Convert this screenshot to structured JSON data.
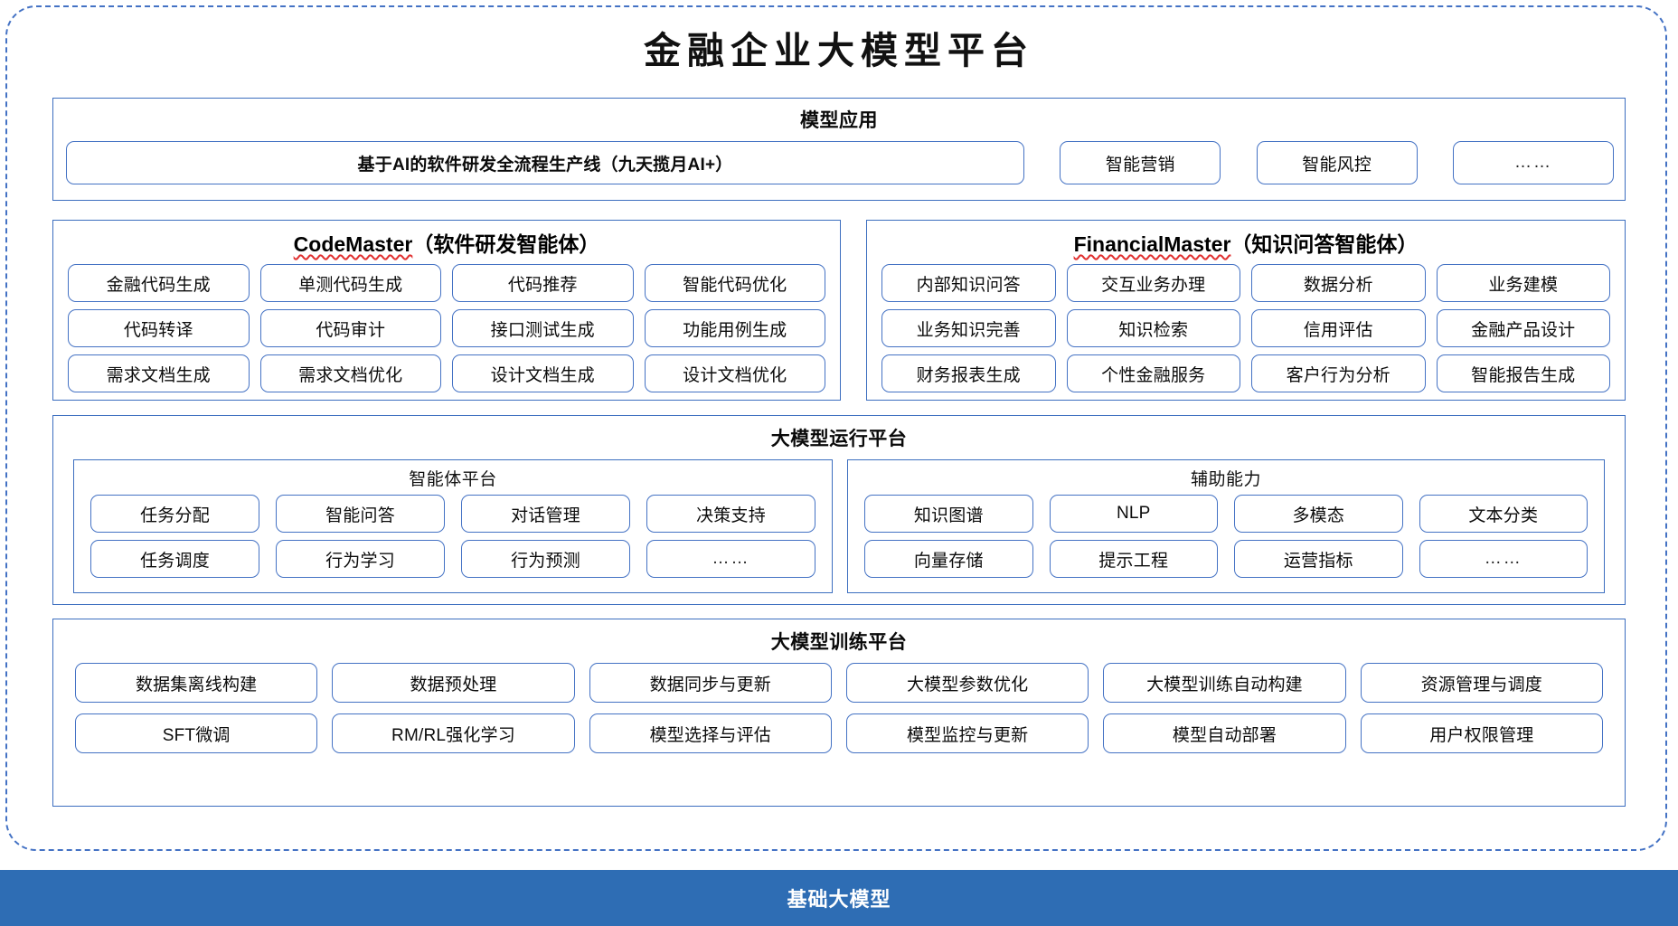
{
  "title": "金融企业大模型平台",
  "theme": {
    "frame_border": "#4472C4",
    "box_border": "#3C6EBF",
    "chip_border": "#4472C4",
    "foundation_bar_bg": "#2E6DB4",
    "foundation_bar_text": "#FFFFFF",
    "spellcheck_underline": "#E03030"
  },
  "sections": {
    "applications": {
      "title": "模型应用",
      "pipeline": "基于AI的软件研发全流程生产线（九天揽月AI+）",
      "items": [
        "智能营销",
        "智能风控",
        "……"
      ]
    },
    "codemaster": {
      "name": "CodeMaster",
      "suffix": "（软件研发智能体）",
      "rows": [
        [
          "金融代码生成",
          "单测代码生成",
          "代码推荐",
          "智能代码优化"
        ],
        [
          "代码转译",
          "代码审计",
          "接口测试生成",
          "功能用例生成"
        ],
        [
          "需求文档生成",
          "需求文档优化",
          "设计文档生成",
          "设计文档优化"
        ]
      ]
    },
    "financialmaster": {
      "name": "FinancialMaster",
      "suffix": "（知识问答智能体）",
      "rows": [
        [
          "内部知识问答",
          "交互业务办理",
          "数据分析",
          "业务建模"
        ],
        [
          "业务知识完善",
          "知识检索",
          "信用评估",
          "金融产品设计"
        ],
        [
          "财务报表生成",
          "个性金融服务",
          "客户行为分析",
          "智能报告生成"
        ]
      ]
    },
    "runtime": {
      "title": "大模型运行平台",
      "agent_platform": {
        "title": "智能体平台",
        "rows": [
          [
            "任务分配",
            "智能问答",
            "对话管理",
            "决策支持"
          ],
          [
            "任务调度",
            "行为学习",
            "行为预测",
            "……"
          ]
        ]
      },
      "auxiliary": {
        "title": "辅助能力",
        "rows": [
          [
            "知识图谱",
            "NLP",
            "多模态",
            "文本分类"
          ],
          [
            "向量存储",
            "提示工程",
            "运营指标",
            "……"
          ]
        ]
      }
    },
    "training": {
      "title": "大模型训练平台",
      "rows": [
        [
          "数据集离线构建",
          "数据预处理",
          "数据同步与更新",
          "大模型参数优化",
          "大模型训练自动构建",
          "资源管理与调度"
        ],
        [
          "SFT微调",
          "RM/RL强化学习",
          "模型选择与评估",
          "模型监控与更新",
          "模型自动部署",
          "用户权限管理"
        ]
      ]
    },
    "foundation": {
      "title": "基础大模型"
    }
  }
}
